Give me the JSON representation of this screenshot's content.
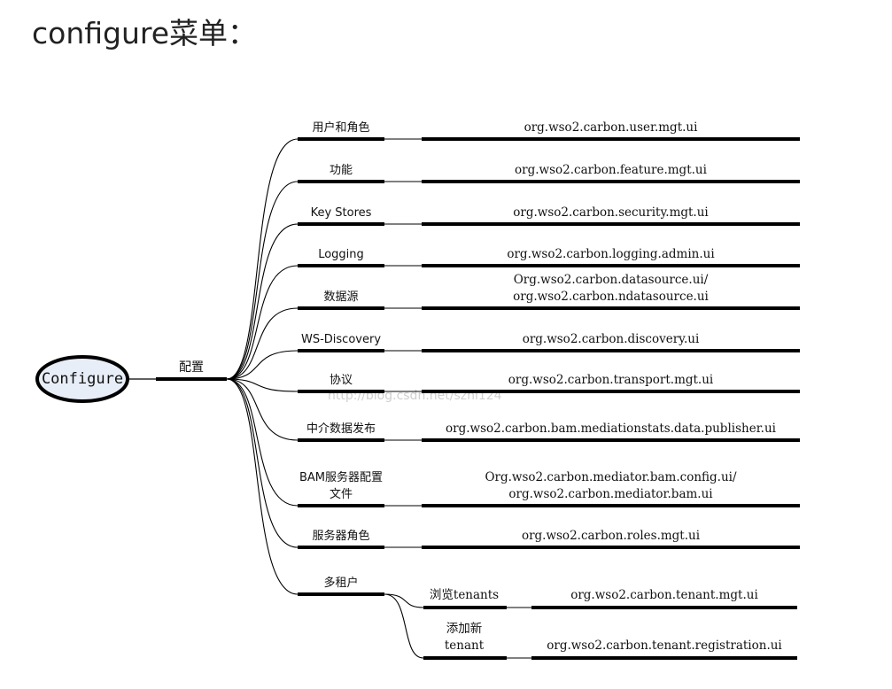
{
  "page": {
    "title": "configure菜单："
  },
  "diagram": {
    "root": "Configure",
    "hub": "配置",
    "watermark": "http://blog.csdn.net/szhl124",
    "branches": [
      {
        "label": [
          "用户和角色"
        ],
        "packages": [
          "org.wso2.carbon.user.mgt.ui"
        ]
      },
      {
        "label": [
          "功能"
        ],
        "packages": [
          "org.wso2.carbon.feature.mgt.ui"
        ]
      },
      {
        "label": [
          "Key Stores"
        ],
        "packages": [
          "org.wso2.carbon.security.mgt.ui"
        ]
      },
      {
        "label": [
          "Logging"
        ],
        "packages": [
          "org.wso2.carbon.logging.admin.ui"
        ]
      },
      {
        "label": [
          "数据源"
        ],
        "packages": [
          "Org.wso2.carbon.datasource.ui/",
          "org.wso2.carbon.ndatasource.ui"
        ]
      },
      {
        "label": [
          "WS-Discovery"
        ],
        "packages": [
          "org.wso2.carbon.discovery.ui"
        ]
      },
      {
        "label": [
          "协议"
        ],
        "packages": [
          "org.wso2.carbon.transport.mgt.ui"
        ]
      },
      {
        "label": [
          "中介数据发布"
        ],
        "packages": [
          "org.wso2.carbon.bam.mediationstats.data.publisher.ui"
        ]
      },
      {
        "label": [
          "BAM服务器配置",
          "文件"
        ],
        "packages": [
          "Org.wso2.carbon.mediator.bam.config.ui/",
          "org.wso2.carbon.mediator.bam.ui"
        ]
      },
      {
        "label": [
          "服务器角色"
        ],
        "packages": [
          "org.wso2.carbon.roles.mgt.ui"
        ]
      },
      {
        "label": [
          "多租户"
        ],
        "packages": []
      }
    ],
    "tenant_children": [
      {
        "label": [
          "浏览tenants"
        ],
        "packages": [
          "org.wso2.carbon.tenant.mgt.ui"
        ]
      },
      {
        "label": [
          "添加新",
          "tenant"
        ],
        "packages": [
          "org.wso2.carbon.tenant.registration.ui"
        ]
      }
    ]
  }
}
